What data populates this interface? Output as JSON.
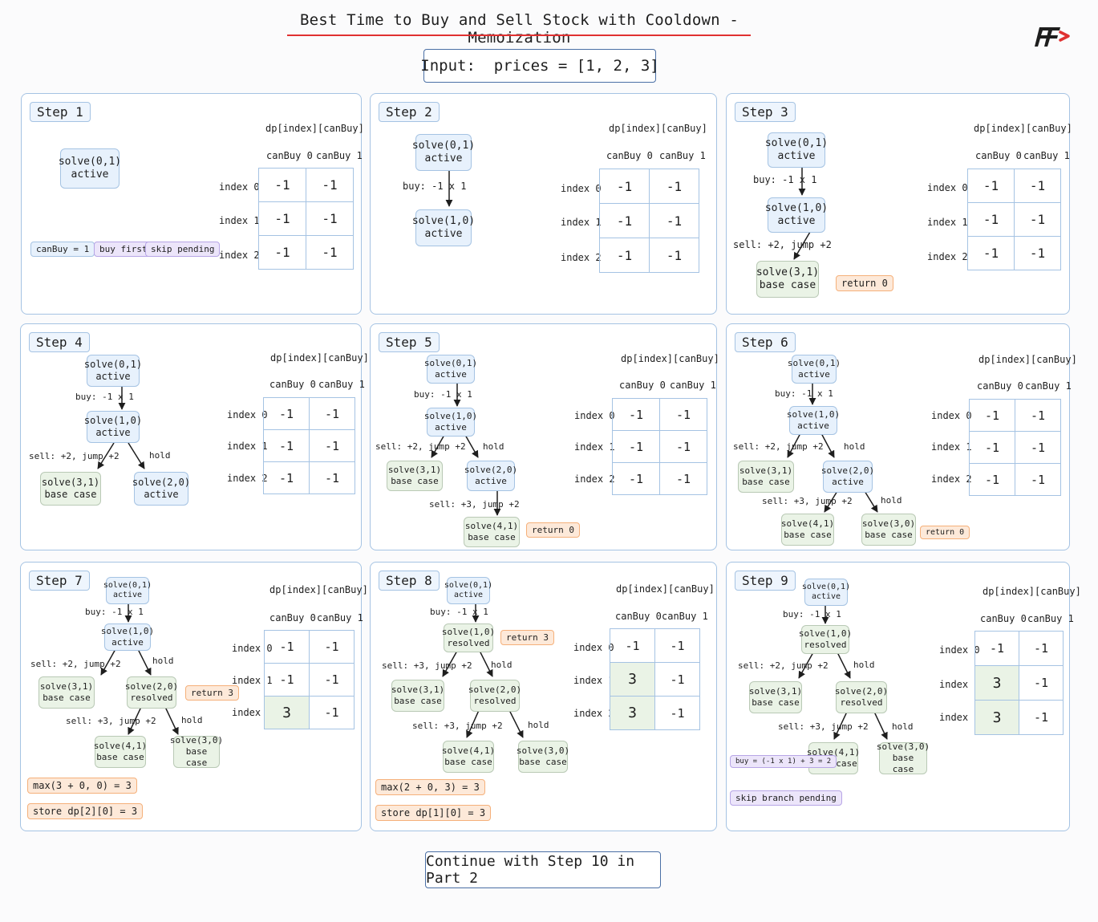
{
  "header": {
    "title": "Best Time to Buy and Sell Stock with Cooldown - Memoization",
    "input": "Input:  prices = [1, 2, 3]"
  },
  "footer": {
    "text": "Continue with Step 10 in Part 2"
  },
  "labels": {
    "dp_title": "dp[index][canBuy]",
    "col0": "canBuy 0",
    "col1": "canBuy 1",
    "rows": [
      "index 0",
      "index 1",
      "index 2"
    ]
  },
  "colors": {
    "accent_red": "#e03131",
    "active": "#e7f1fc",
    "resolved": "#eaf3e6",
    "note": "#fde9d9",
    "pending": "#ece5fa"
  },
  "steps": [
    {
      "label": "Step 1",
      "nodes": [
        {
          "t1": "solve(0,1)",
          "t2": "active"
        }
      ],
      "edge_labels": [],
      "badges": [
        "canBuy = 1",
        "buy first",
        "skip pending"
      ],
      "dp": [
        [
          "-1",
          "-1"
        ],
        [
          "-1",
          "-1"
        ],
        [
          "-1",
          "-1"
        ]
      ]
    },
    {
      "label": "Step 2",
      "nodes": [
        {
          "t1": "solve(0,1)",
          "t2": "active"
        },
        {
          "t1": "solve(1,0)",
          "t2": "active"
        }
      ],
      "edge_labels": [
        "buy: -1 x 1"
      ],
      "badges": [],
      "dp": [
        [
          "-1",
          "-1"
        ],
        [
          "-1",
          "-1"
        ],
        [
          "-1",
          "-1"
        ]
      ]
    },
    {
      "label": "Step 3",
      "nodes": [
        {
          "t1": "solve(0,1)",
          "t2": "active"
        },
        {
          "t1": "solve(1,0)",
          "t2": "active"
        },
        {
          "t1": "solve(3,1)",
          "t2": "base case"
        }
      ],
      "edge_labels": [
        "buy: -1 x 1",
        "sell: +2, jump +2"
      ],
      "badges": [
        "return 0"
      ],
      "dp": [
        [
          "-1",
          "-1"
        ],
        [
          "-1",
          "-1"
        ],
        [
          "-1",
          "-1"
        ]
      ]
    },
    {
      "label": "Step 4",
      "nodes": [
        {
          "t1": "solve(0,1)",
          "t2": "active"
        },
        {
          "t1": "solve(1,0)",
          "t2": "active"
        },
        {
          "t1": "solve(3,1)",
          "t2": "base case"
        },
        {
          "t1": "solve(2,0)",
          "t2": "active"
        }
      ],
      "edge_labels": [
        "buy: -1 x 1",
        "sell: +2, jump +2",
        "hold"
      ],
      "badges": [],
      "dp": [
        [
          "-1",
          "-1"
        ],
        [
          "-1",
          "-1"
        ],
        [
          "-1",
          "-1"
        ]
      ]
    },
    {
      "label": "Step 5",
      "nodes": [
        {
          "t1": "solve(0,1)",
          "t2": "active"
        },
        {
          "t1": "solve(1,0)",
          "t2": "active"
        },
        {
          "t1": "solve(3,1)",
          "t2": "base case"
        },
        {
          "t1": "solve(2,0)",
          "t2": "active"
        },
        {
          "t1": "solve(4,1)",
          "t2": "base case"
        }
      ],
      "edge_labels": [
        "buy: -1 x 1",
        "sell: +2, jump +2",
        "hold",
        "sell: +3, jump +2"
      ],
      "badges": [
        "return 0"
      ],
      "dp": [
        [
          "-1",
          "-1"
        ],
        [
          "-1",
          "-1"
        ],
        [
          "-1",
          "-1"
        ]
      ]
    },
    {
      "label": "Step 6",
      "nodes": [
        {
          "t1": "solve(0,1)",
          "t2": "active"
        },
        {
          "t1": "solve(1,0)",
          "t2": "active"
        },
        {
          "t1": "solve(3,1)",
          "t2": "base case"
        },
        {
          "t1": "solve(2,0)",
          "t2": "active"
        },
        {
          "t1": "solve(4,1)",
          "t2": "base case"
        },
        {
          "t1": "solve(3,0)",
          "t2": "base case"
        }
      ],
      "edge_labels": [
        "buy: -1 x 1",
        "sell: +2, jump +2",
        "hold",
        "sell: +3, jump +2",
        "hold"
      ],
      "badges": [
        "return 0"
      ],
      "dp": [
        [
          "-1",
          "-1"
        ],
        [
          "-1",
          "-1"
        ],
        [
          "-1",
          "-1"
        ]
      ]
    },
    {
      "label": "Step 7",
      "nodes": [
        {
          "t1": "solve(0,1)",
          "t2": "active"
        },
        {
          "t1": "solve(1,0)",
          "t2": "active"
        },
        {
          "t1": "solve(3,1)",
          "t2": "base case"
        },
        {
          "t1": "solve(2,0)",
          "t2": "resolved"
        },
        {
          "t1": "solve(4,1)",
          "t2": "base case"
        },
        {
          "t1": "solve(3,0)",
          "t2": "base case"
        }
      ],
      "edge_labels": [
        "buy: -1 x 1",
        "sell: +2, jump +2",
        "hold",
        "sell: +3, jump +2",
        "hold"
      ],
      "badges": [
        "return 3",
        "max(3 + 0, 0) = 3",
        "store dp[2][0] = 3"
      ],
      "dp": [
        [
          "-1",
          "-1"
        ],
        [
          "-1",
          "-1"
        ],
        [
          "3",
          "-1"
        ]
      ]
    },
    {
      "label": "Step 8",
      "nodes": [
        {
          "t1": "solve(0,1)",
          "t2": "active"
        },
        {
          "t1": "solve(1,0)",
          "t2": "resolved"
        },
        {
          "t1": "solve(3,1)",
          "t2": "base case"
        },
        {
          "t1": "solve(2,0)",
          "t2": "resolved"
        },
        {
          "t1": "solve(4,1)",
          "t2": "base case"
        },
        {
          "t1": "solve(3,0)",
          "t2": "base case"
        }
      ],
      "edge_labels": [
        "buy: -1 x 1",
        "sell: +3, jump +2",
        "hold",
        "sell: +3, jump +2",
        "hold"
      ],
      "badges": [
        "return 3",
        "max(2 + 0, 3) = 3",
        "store dp[1][0] = 3"
      ],
      "dp": [
        [
          "-1",
          "-1"
        ],
        [
          "3",
          "-1"
        ],
        [
          "3",
          "-1"
        ]
      ]
    },
    {
      "label": "Step 9",
      "nodes": [
        {
          "t1": "solve(0,1)",
          "t2": "active"
        },
        {
          "t1": "solve(1,0)",
          "t2": "resolved"
        },
        {
          "t1": "solve(3,1)",
          "t2": "base case"
        },
        {
          "t1": "solve(2,0)",
          "t2": "resolved"
        },
        {
          "t1": "solve(4,1)",
          "t2": "base case"
        },
        {
          "t1": "solve(3,0)",
          "t2": "base case"
        }
      ],
      "edge_labels": [
        "buy: -1 x 1",
        "sell: +2, jump +2",
        "hold",
        "sell: +3, jump +2",
        "hold"
      ],
      "badges": [
        "buy = (-1 x 1) + 3 = 2",
        "skip branch pending"
      ],
      "dp": [
        [
          "-1",
          "-1"
        ],
        [
          "3",
          "-1"
        ],
        [
          "3",
          "-1"
        ]
      ]
    }
  ]
}
